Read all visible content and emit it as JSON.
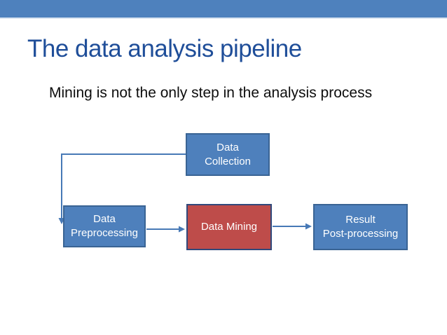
{
  "slide": {
    "title": "The data analysis pipeline",
    "subtitle": "Mining is not the only step in the analysis process"
  },
  "diagram": {
    "nodes": [
      {
        "id": "data-collection",
        "color": "blue",
        "lines": [
          "Data",
          "Collection"
        ]
      },
      {
        "id": "data-preprocessing",
        "color": "blue",
        "lines": [
          "Data",
          "Preprocessing"
        ]
      },
      {
        "id": "data-mining",
        "color": "red",
        "lines": [
          "Data Mining"
        ]
      },
      {
        "id": "result-post-processing",
        "color": "blue",
        "lines": [
          "Result",
          "Post-processing"
        ]
      }
    ],
    "connectors": [
      {
        "from": "data-collection",
        "to": "data-preprocessing",
        "style": "elbow"
      },
      {
        "from": "data-preprocessing",
        "to": "data-mining",
        "style": "straight"
      },
      {
        "from": "data-mining",
        "to": "result-post-processing",
        "style": "straight"
      }
    ]
  },
  "colors": {
    "banner_blue": "#4E81BD",
    "title_blue": "#1F4E99",
    "subtitle_text": "#0D0D0D",
    "node_blue_fill": "#4E80BC",
    "node_blue_border": "#3A6494",
    "node_red_fill": "#BE4C4A",
    "node_red_border": "#31497B",
    "node_text": "#FFFFFF",
    "connector_blue": "#4779B6"
  }
}
